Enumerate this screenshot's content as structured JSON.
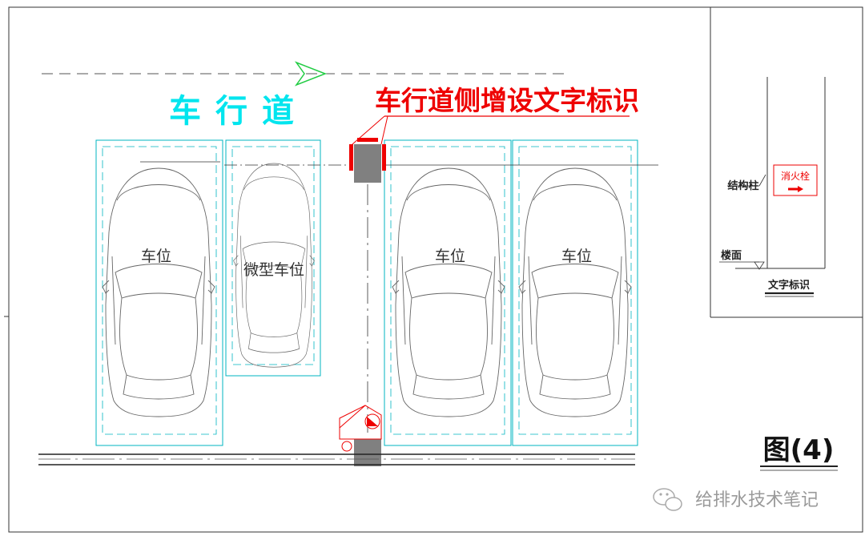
{
  "lane_label": "车行道",
  "callout_title": "车行道侧增设文字标识",
  "parking_spaces": [
    {
      "label": "车位"
    },
    {
      "label": "微型车位"
    },
    {
      "label": "车位"
    },
    {
      "label": "车位"
    }
  ],
  "detail": {
    "column_label": "结构柱",
    "hydrant_label": "消火栓",
    "floor_label": "楼面",
    "sign_label": "文字标识"
  },
  "figure_label": "图(4)",
  "watermark": "给排水技术笔记",
  "colors": {
    "cyan": "#00e5ee",
    "red": "#ee0000",
    "green": "#22cc44",
    "line": "#333333",
    "car_outline": "#666666",
    "column_fill": "#808080"
  }
}
